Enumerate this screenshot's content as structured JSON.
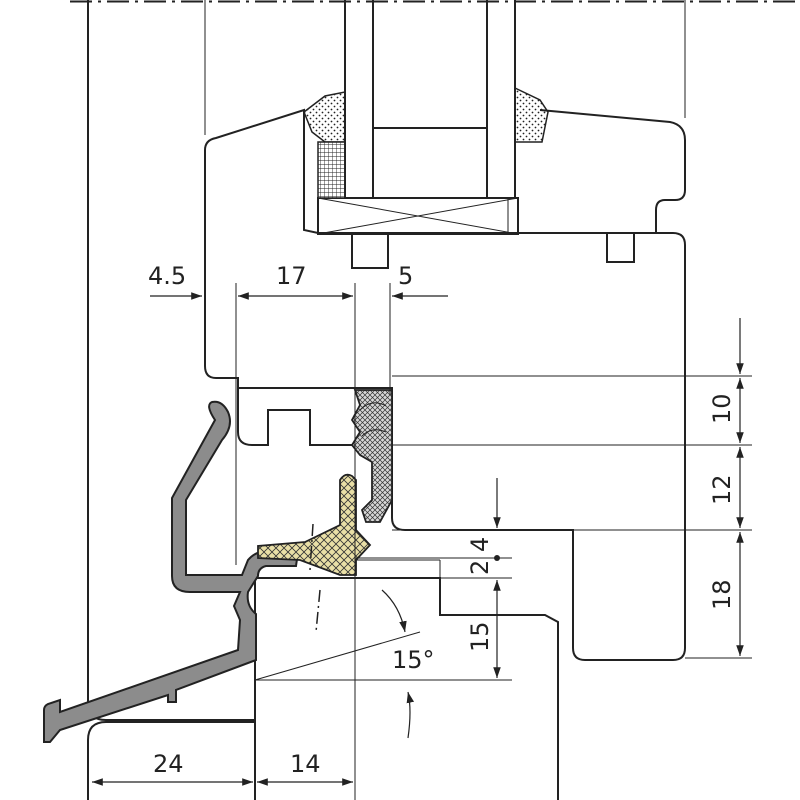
{
  "colors": {
    "background": "#ffffff",
    "line": "#222222",
    "aluminium": "#8c8c8c",
    "insulation": "#e9dfa6",
    "seal": "#c9c9c9"
  },
  "dimensions": {
    "d_4_5": "4.5",
    "d_17": "17",
    "d_5": "5",
    "d_10": "10",
    "d_12": "12",
    "d_18": "18",
    "d_2": "2",
    "d_4": "4",
    "d_15": "15",
    "d_15deg": "15°",
    "d_24": "24",
    "d_14": "14"
  }
}
